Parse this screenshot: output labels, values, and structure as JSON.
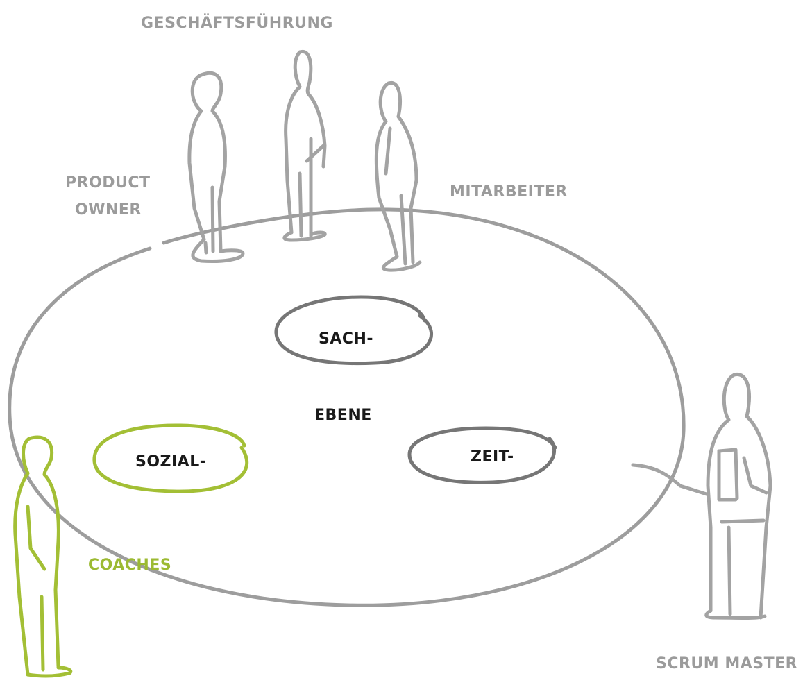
{
  "roles": {
    "management": "GESCHÄFTSFÜHRUNG",
    "product_owner_line1": "PRODUCT",
    "product_owner_line2": "OWNER",
    "employees": "MITARBEITER",
    "coaches": "COACHES",
    "scrum_master": "SCRUM MASTER"
  },
  "levels": {
    "factual": "SACH-",
    "level": "EBENE",
    "social": "SOZIAL-",
    "time": "ZEIT-"
  },
  "colors": {
    "ink_gray": "#a3a3a3",
    "ring_gray": "#9d9d9d",
    "dark_ring": "#767676",
    "accent_green": "#a3bf35",
    "text_dark": "#1a1a1a"
  }
}
